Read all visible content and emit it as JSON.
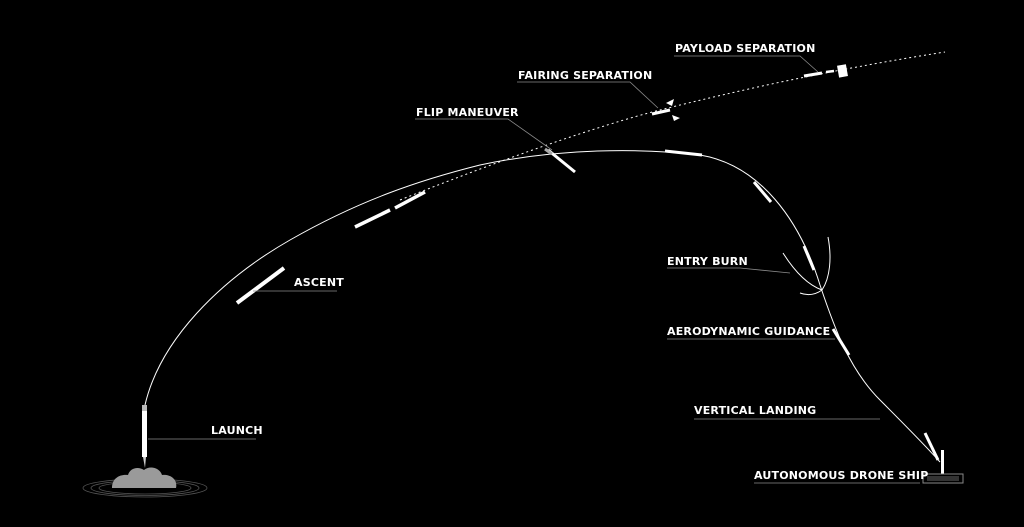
{
  "labels": {
    "payload_separation": "PAYLOAD SEPARATION",
    "fairing_separation": "FAIRING SEPARATION",
    "flip_maneuver": "FLIP MANEUVER",
    "ascent": "ASCENT",
    "entry_burn": "ENTRY BURN",
    "aerodynamic_guidance": "AERODYNAMIC GUIDANCE",
    "vertical_landing": "VERTICAL LANDING",
    "launch": "LAUNCH",
    "autonomous_drone_ship": "AUTONOMOUS DRONE SHIP"
  },
  "colors": {
    "background": "#000000",
    "line": "#ffffff",
    "leader": "#8a8a8a",
    "plume": "#9a9a9a"
  }
}
